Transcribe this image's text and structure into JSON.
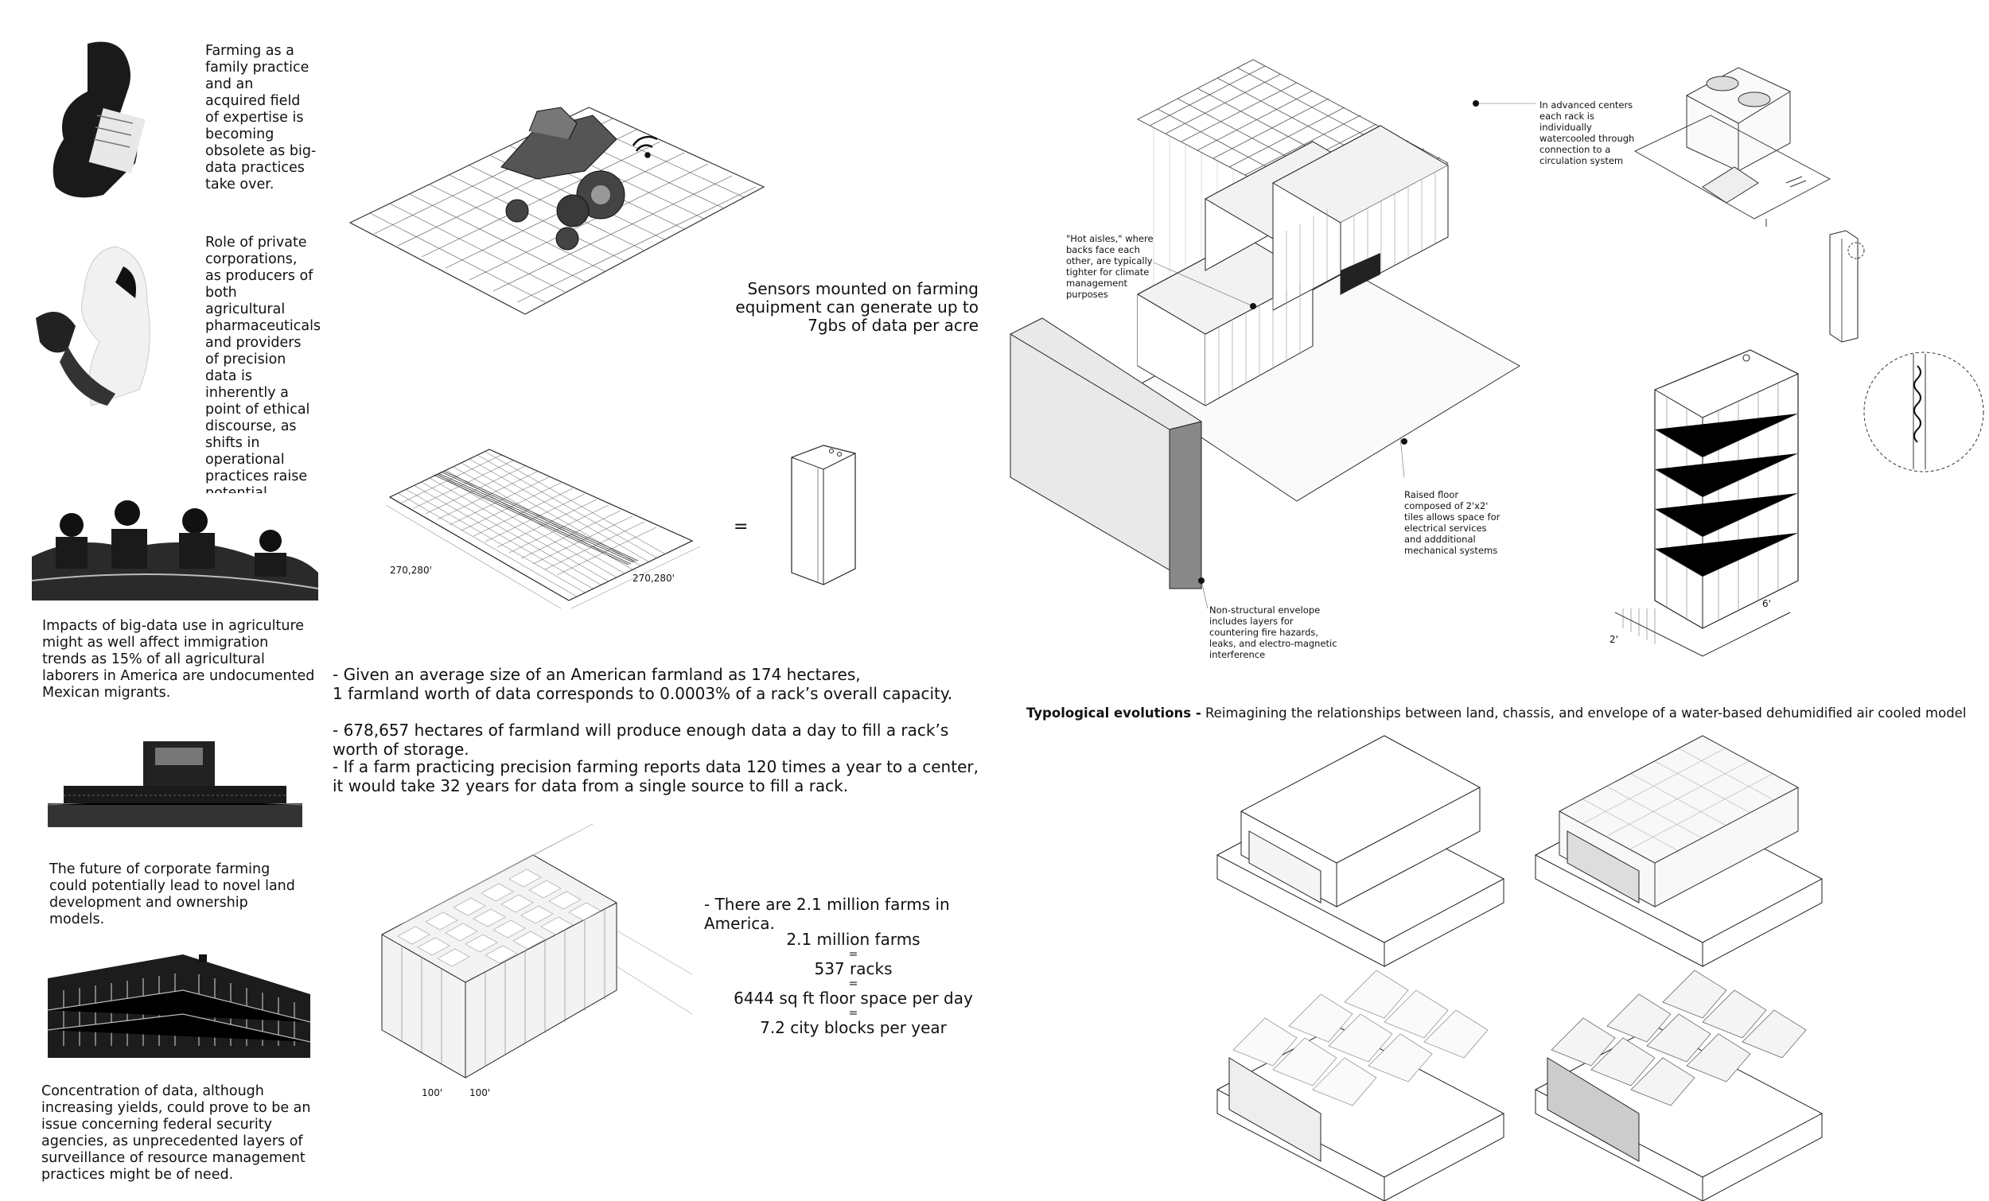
{
  "left_column": {
    "captions": [
      "Farming as a family practice and an acquired field of expertise is becoming obsolete as big-data practices take over.",
      "Role of private corporations, as producers of both agricultural pharmaceuticals and providers of precision data is inherently a point of ethical discourse, as shifts in operational practices raise potential contingencies.",
      "Impacts of big-data use in agriculture might as well affect immigration trends as 15% of all agricultural laborers in America are undocumented Mexican migrants.",
      "The future of corporate farming could potentially lead to novel land development and ownership models.",
      "Concentration of data, although increasing yields, could prove to be an issue concerning federal security agencies, as unprecedented layers of surveillance of resource management practices might be of need."
    ]
  },
  "middle": {
    "sensor_text": "Sensors mounted on farming equipment can generate up to 7gbs of data per acre",
    "field_dim_left": "270,280'",
    "field_dim_right": "270,280'",
    "equals": "=",
    "facts_1": "- Given an average size of an American farmland as 174 hectares,\n1 farmland worth of data corresponds to  0.0003% of a rack’s overall capacity.",
    "facts_2": "- 678,657 hectares of farmland will produce enough data a day to fill a rack’s worth of storage.",
    "facts_3": "- If a farm practicing precision farming reports data 120 times a year to a center,\nit would take 32 years for data from a single source to fill a rack.",
    "grid_dim_left": "100'",
    "grid_dim_right": "100'",
    "farms_intro": "- There are 2.1 million farms in America.",
    "equation": [
      "2.1 million farms",
      "=",
      "537 racks",
      "=",
      "6444 sq ft floor space per day",
      "=",
      "7.2 city blocks per year"
    ]
  },
  "right": {
    "note_watercooled": "In advanced centers each rack is individually watercooled through connection to a circulation system",
    "note_hot_aisles": "\"Hot aisles,\" where backs face each other, are typically tighter for climate management purposes",
    "note_raised_floor": "Raised floor composed of 2'x2' tiles allows space for electrical services and addditional mechanical systems",
    "note_envelope": "Non-structural envelope includes layers for countering fire hazards, leaks, and electro-magnetic interference",
    "rack_dim_width": "2'",
    "rack_dim_depth": "6'",
    "typology_title": "Typological evolutions -",
    "typology_subtitle": "Reimagining the relationships between land, chassis, and envelope of a water-based dehumidified air cooled model"
  }
}
